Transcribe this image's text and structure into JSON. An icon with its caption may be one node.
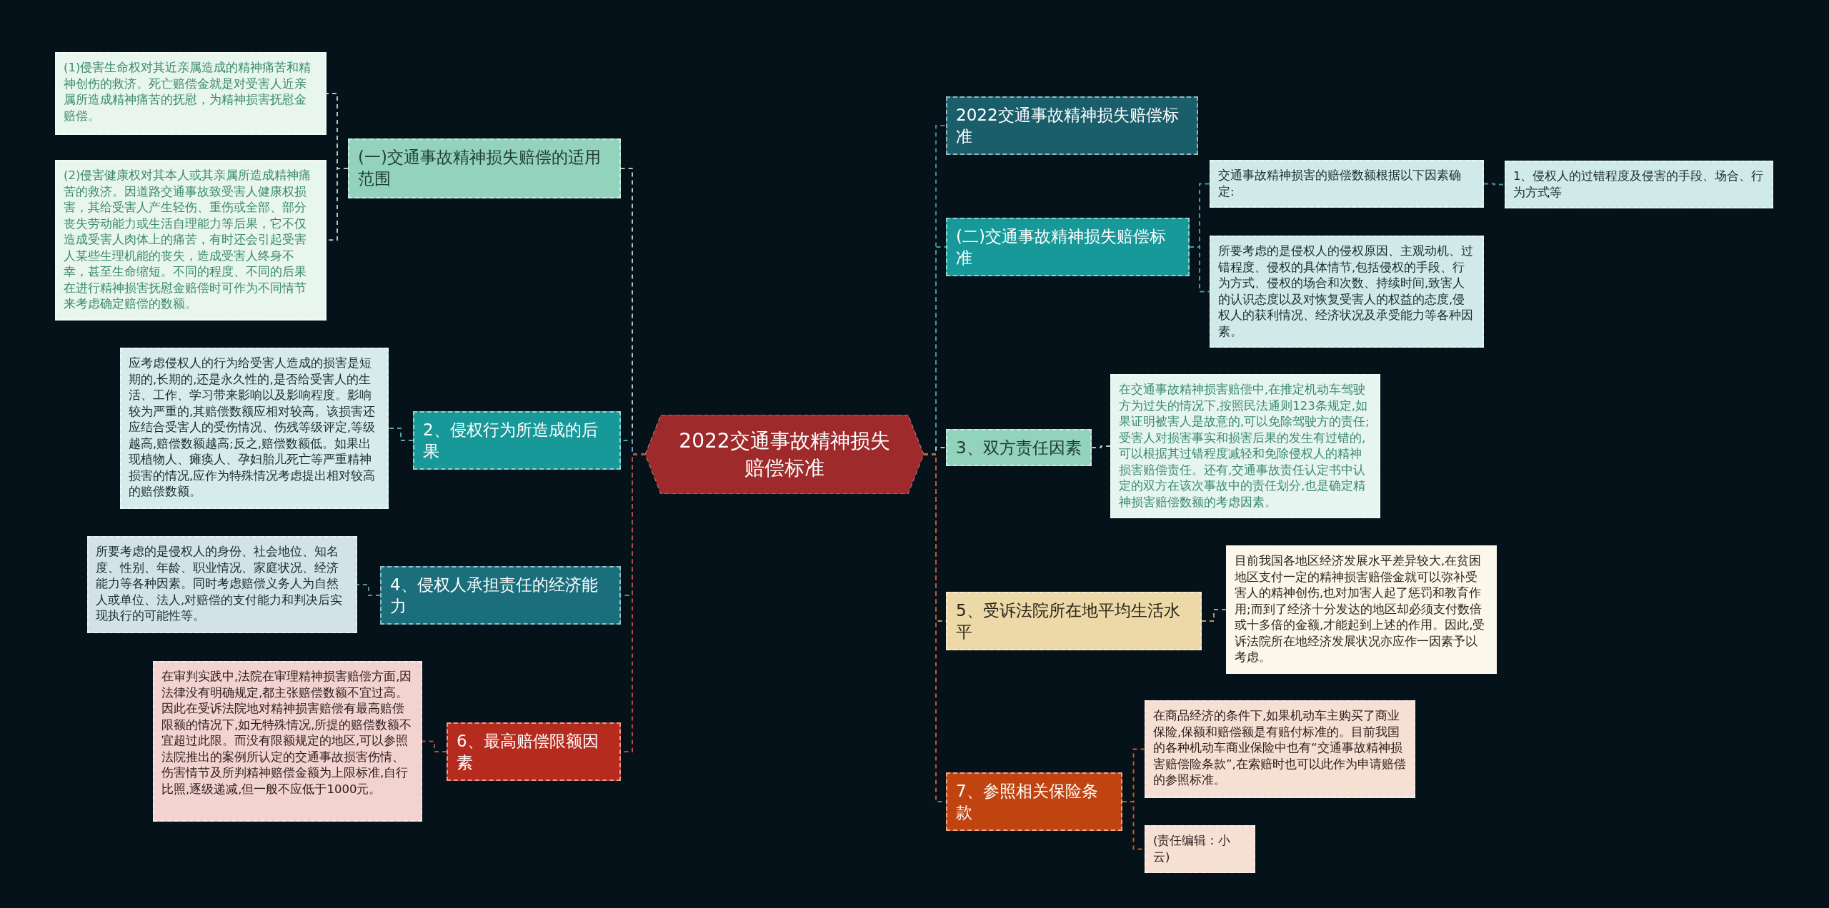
{
  "diagram": {
    "nodes": [
      {
        "text": [
          "2022交通事故精神损失赔偿标准"
        ]
      },
      {
        "text": [
          "(一)交通事故精神损失赔偿的适用范围"
        ]
      },
      {
        "text": [
          "(1)侵害生命权对其近亲属造成的精神痛苦和精神创伤的救济。死亡赔偿金就是对受害人近亲属所造成精神痛苦的抚慰，为精神损害抚慰金赔偿。"
        ]
      },
      {
        "text": [
          "(2)侵害健康权对其本人或其亲属所造成精神痛苦的救济。因道路交通事故致受害人健康权损害，其给受害人产生轻伤、重伤或全部、部分丧失劳动能力或生活自理能力等后果，它不仅造成受害人肉体上的痛苦，有时还会引起受害人某些生理机能的丧失，造成受害人终身不幸，甚至生命缩短。不同的程度、不同的后果在进行精神损害抚慰金赔偿时可作为不同情节来考虑确定赔偿的数额。"
        ]
      },
      {
        "text": [
          "2、侵权行为所造成的后果"
        ]
      },
      {
        "text": [
          "应考虑侵权人的行为给受害人造成的损害是短期的,长期的,还是永久性的,是否给受害人的生活、工作、学习带来影响以及影响程度。影响较为严重的,其赔偿数额应相对较高。该损害还应结合受害人的受伤情况、伤残等级评定,等级越高,赔偿数额越高;反之,赔偿数额低。如果出现植物人、瘫痪人、孕妇胎儿死亡等严重精神损害的情况,应作为特殊情况考虑提出相对较高的赔偿数额。"
        ]
      },
      {
        "text": [
          "4、侵权人承担责任的经济能力"
        ]
      },
      {
        "text": [
          "所要考虑的是侵权人的身份、社会地位、知名度、性别、年龄、职业情况、家庭状况、经济能力等各种因素。同时考虑赔偿义务人为自然人或单位、法人,对赔偿的支付能力和判决后实现执行的可能性等。"
        ]
      },
      {
        "text": [
          "6、最高赔偿限额因素"
        ]
      },
      {
        "text": [
          "在审判实践中,法院在审理精神损害赔偿方面,因法律没有明确规定,都主张赔偿数额不宜过高。因此在受诉法院地对精神损害赔偿有最高赔偿限额的情况下,如无特殊情况,所提的赔偿数额不宜超过此限。而没有限额规定的地区,可以参照法院推出的案例所认定的交通事故损害伤情、伤害情节及所判精神赔偿金额为上限标准,自行比照,逐级递减,但一般不应低于1000元。"
        ]
      },
      {
        "text": [
          "2022交通事故精神损失赔偿标准"
        ]
      },
      {
        "text": [
          "(二)交通事故精神损失赔偿标准"
        ]
      },
      {
        "text": [
          "交通事故精神损害的赔偿数额根据以下因素确定:"
        ]
      },
      {
        "text": [
          "1、侵权人的过错程度及侵害的手段、场合、行为方式等"
        ]
      },
      {
        "text": [
          "所要考虑的是侵权人的侵权原因、主观动机、过错程度、侵权的具体情节,包括侵权的手段、行为方式、侵权的场合和次数、持续时间,致害人的认识态度以及对恢复受害人的权益的态度,侵权人的获利情况、经济状况及承受能力等各种因素。"
        ]
      },
      {
        "text": [
          "3、双方责任因素"
        ]
      },
      {
        "text": [
          "在交通事故精神损害赔偿中,在推定机动车驾驶方为过失的情况下,按照民法通则123条规定,如果证明被害人是故意的,可以免除驾驶方的责任;受害人对损害事实和损害后果的发生有过错的,可以根据其过错程度减轻和免除侵权人的精神损害赔偿责任。还有,交通事故责任认定书中认定的双方在该次事故中的责任划分,也是确定精神损害赔偿数额的考虑因素。"
        ]
      },
      {
        "text": [
          "5、受诉法院所在地平均生活水平"
        ]
      },
      {
        "text": [
          "目前我国各地区经济发展水平差异较大,在贫困地区支付一定的精神损害赔偿金就可以弥补受害人的精神创伤,也对加害人起了惩罚和教育作用;而到了经济十分发达的地区却必须支付数倍或十多倍的金额,才能起到上述的作用。因此,受诉法院所在地经济发展状况亦应作一因素予以考虑。"
        ]
      },
      {
        "text": [
          "7、参照相关保险条款"
        ]
      },
      {
        "text": [
          "在商品经济的条件下,如果机动车主购买了商业保险,保额和赔偿额是有赔付标准的。目前我国的各种机动车商业保险中也有“交通事故精神损害赔偿险条款”,在索赔时也可以此作为申请赔偿的参照标准。"
        ]
      },
      {
        "text": [
          "(责任编辑：小云)"
        ]
      }
    ],
    "edges": [
      {
        "from": 0,
        "to": 1,
        "arrow": "none",
        "style": "dashed",
        "color": "#a9c9bf"
      },
      {
        "from": 1,
        "to": 2,
        "arrow": "none",
        "style": "dashed",
        "color": "#a9c9bf"
      },
      {
        "from": 1,
        "to": 3,
        "arrow": "none",
        "style": "dashed",
        "color": "#a9c9bf"
      },
      {
        "from": 0,
        "to": 4,
        "arrow": "none",
        "style": "dashed",
        "color": "#5aa7a7"
      },
      {
        "from": 4,
        "to": 5,
        "arrow": "none",
        "style": "dashed",
        "color": "#5aa7a7"
      },
      {
        "from": 0,
        "to": 6,
        "arrow": "none",
        "style": "dashed",
        "color": "#5a8f99"
      },
      {
        "from": 6,
        "to": 7,
        "arrow": "none",
        "style": "dashed",
        "color": "#5a8f99"
      },
      {
        "from": 0,
        "to": 8,
        "arrow": "none",
        "style": "dashed",
        "color": "#b8493d"
      },
      {
        "from": 8,
        "to": 9,
        "arrow": "none",
        "style": "dashed",
        "color": "#b8493d"
      },
      {
        "from": 0,
        "to": 10,
        "arrow": "none",
        "style": "dashed",
        "color": "#3c8a97"
      },
      {
        "from": 0,
        "to": 11,
        "arrow": "none",
        "style": "dashed",
        "color": "#3c9fa3"
      },
      {
        "from": 11,
        "to": 12,
        "arrow": "none",
        "style": "dashed",
        "color": "#3c9fa3"
      },
      {
        "from": 12,
        "to": 13,
        "arrow": "none",
        "style": "dashed",
        "color": "#3c9fa3"
      },
      {
        "from": 11,
        "to": 14,
        "arrow": "none",
        "style": "dashed",
        "color": "#3c9fa3"
      },
      {
        "from": 0,
        "to": 15,
        "arrow": "none",
        "style": "dashed",
        "color": "#a9c9bf"
      },
      {
        "from": 15,
        "to": 16,
        "arrow": "none",
        "style": "dashed",
        "color": "#a9c9bf"
      },
      {
        "from": 0,
        "to": 17,
        "arrow": "none",
        "style": "dashed",
        "color": "#b59a6a"
      },
      {
        "from": 17,
        "to": 18,
        "arrow": "none",
        "style": "dashed",
        "color": "#b59a6a"
      },
      {
        "from": 0,
        "to": 19,
        "arrow": "none",
        "style": "dashed",
        "color": "#c8581f"
      },
      {
        "from": 19,
        "to": 20,
        "arrow": "none",
        "style": "dashed",
        "color": "#c8581f"
      },
      {
        "from": 19,
        "to": 21,
        "arrow": "none",
        "style": "dashed",
        "color": "#c8581f"
      }
    ]
  }
}
